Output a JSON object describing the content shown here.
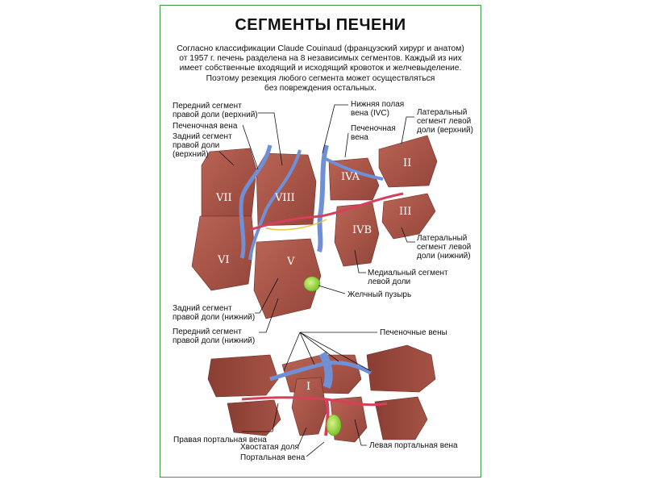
{
  "poster": {
    "title": "СЕГМЕНТЫ ПЕЧЕНИ",
    "intro_lines": [
      "Согласно классификации Claude Couinaud (французский хирург и анатом)",
      "от 1957 г. печень разделена на 8 независимых сегментов. Каждый из них",
      "имеет собственные входящий и исходящий кровоток и желчевыделение.",
      "Поэтому резекция любого сегмента может осуществляться",
      "без повреждения остальных."
    ]
  },
  "segments": {
    "s1": "I",
    "s2": "II",
    "s3": "III",
    "s4a": "IVA",
    "s4b": "IVB",
    "s5": "V",
    "s6": "VI",
    "s7": "VII",
    "s8": "VIII"
  },
  "labels": {
    "right_anterior_upper": [
      "Передний сегмент",
      "правой доли (верхний)"
    ],
    "hepatic_vein": [
      "Печеночная вена"
    ],
    "right_posterior_upper": [
      "Задний сегмент",
      "правой доли",
      "(верхний)"
    ],
    "ivc": [
      "Нижняя полая",
      "вена (IVC)"
    ],
    "hepatic_vein_2": [
      "Печеночная",
      "вена"
    ],
    "left_lateral_upper": [
      "Латеральный",
      "сегмент левой",
      "доли (верхний)"
    ],
    "left_lateral_lower": [
      "Латеральный",
      "сегмент левой",
      "доли (нижний)"
    ],
    "left_medial": [
      "Медиальный сегмент",
      "левой доли"
    ],
    "gallbladder": [
      "Желчный пузырь"
    ],
    "right_posterior_lower": [
      "Задний сегмент",
      "правой доли (нижний)"
    ],
    "right_anterior_lower": [
      "Передний сегмент",
      "правой доли (нижний)"
    ],
    "hepatic_veins": [
      "Печеночные вены"
    ],
    "right_portal_vein": [
      "Правая портальная вена"
    ],
    "caudate_lobe": [
      "Хвостатая доля"
    ],
    "portal_vein": [
      "Портальная вена"
    ],
    "left_portal_vein": [
      "Левая портальная вена"
    ]
  },
  "colors": {
    "frame": "#3e9a3e",
    "liver": "#a9564a",
    "liver_dark": "#84392f",
    "vein_blue": "#6f8fd6",
    "artery_red": "#d8405a",
    "gallbladder": "#9bd83f"
  }
}
